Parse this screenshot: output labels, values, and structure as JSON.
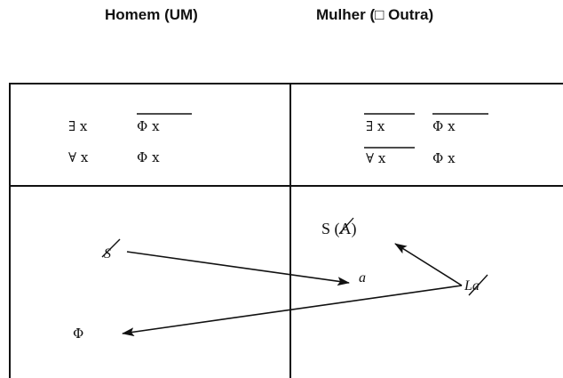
{
  "headings": {
    "left": "Homem (UM)",
    "right": "Mulher (□ Outra)"
  },
  "table": {
    "top_left": {
      "row1_quantifier": "∃ x",
      "row1_predicate": "Φ x",
      "row1_predicate_negated": true,
      "row2_quantifier": "∀ x",
      "row2_predicate": "Φ x"
    },
    "top_right": {
      "row1_quantifier": "∃ x",
      "row1_quantifier_negated": true,
      "row1_predicate": "Φ x",
      "row1_predicate_negated": true,
      "row2_quantifier": "∀ x",
      "row2_quantifier_negated": true,
      "row2_predicate": "Φ x"
    },
    "bottom": {
      "barred_s": "S",
      "s_of_barred_a": "S (A)",
      "small_a": "a",
      "barred_la": "La",
      "phi": "Φ"
    }
  }
}
